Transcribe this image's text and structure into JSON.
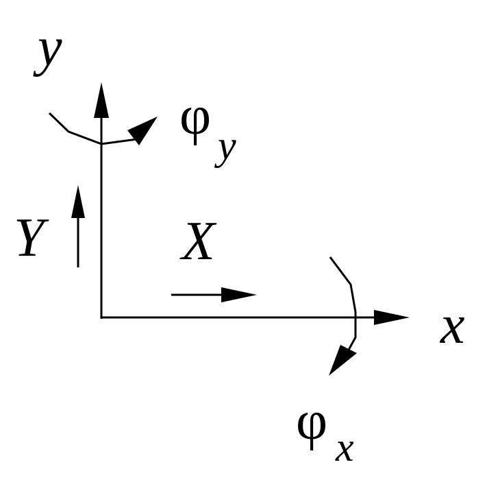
{
  "labels": {
    "y_axis": "y",
    "x_axis": "x",
    "Y_translation": "Y",
    "X_translation": "X",
    "phi": "φ",
    "phi_y_sub": "y",
    "phi_x_sub": "x"
  },
  "colors": {
    "stroke": "#000000",
    "background": "#ffffff"
  }
}
